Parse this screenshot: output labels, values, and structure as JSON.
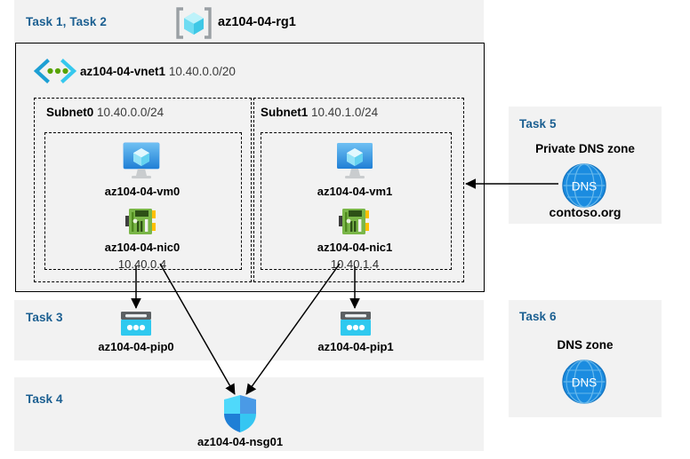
{
  "diagram": {
    "title": "Azure AZ-104-04 lab resource diagram",
    "colors": {
      "panel_bg": "#f2f2f2",
      "page_bg": "#ffffff",
      "task_label": "#1b5f91",
      "border": "#000000",
      "vm_blue": "#3a8dde",
      "nic_green": "#5e9624",
      "nic_yellow": "#ffc000",
      "pip_cyan": "#2fc9ef",
      "pip_gray": "#5c6063",
      "dns_blue": "#1b8ce0",
      "shield_light": "#4fd5f7",
      "shield_dark": "#2f7fd6",
      "cube_cyan": "#8ce8f7",
      "bracket_gray": "#9aa0a4"
    },
    "resource_group": {
      "task_label": "Task 1, Task 2",
      "icon": "resource-group-icon",
      "name": "az104-04-rg1"
    },
    "vnet": {
      "icon": "virtual-network-icon",
      "name": "az104-04-vnet1",
      "cidr": "10.40.0.0/20"
    },
    "subnets": [
      {
        "name": "Subnet0",
        "cidr": "10.40.0.0/24",
        "vm": {
          "icon": "virtual-machine-icon",
          "name": "az104-04-vm0"
        },
        "nic": {
          "icon": "network-interface-icon",
          "name": "az104-04-nic0",
          "ip": "10.40.0.4"
        }
      },
      {
        "name": "Subnet1",
        "cidr": "10.40.1.0/24",
        "vm": {
          "icon": "virtual-machine-icon",
          "name": "az104-04-vm1"
        },
        "nic": {
          "icon": "network-interface-icon",
          "name": "az104-04-nic1",
          "ip": "10.40.1.4"
        }
      }
    ],
    "public_ips": {
      "task_label": "Task 3",
      "items": [
        {
          "icon": "public-ip-icon",
          "name": "az104-04-pip0"
        },
        {
          "icon": "public-ip-icon",
          "name": "az104-04-pip1"
        }
      ]
    },
    "nsg": {
      "task_label": "Task 4",
      "icon": "network-security-group-icon",
      "name": "az104-04-nsg01"
    },
    "private_dns_zone": {
      "task_label": "Task 5",
      "title": "Private DNS zone",
      "icon": "dns-zone-icon",
      "icon_text": "DNS",
      "name": "contoso.org"
    },
    "dns_zone": {
      "task_label": "Task 6",
      "title": "DNS zone",
      "icon": "dns-zone-icon",
      "icon_text": "DNS"
    }
  }
}
